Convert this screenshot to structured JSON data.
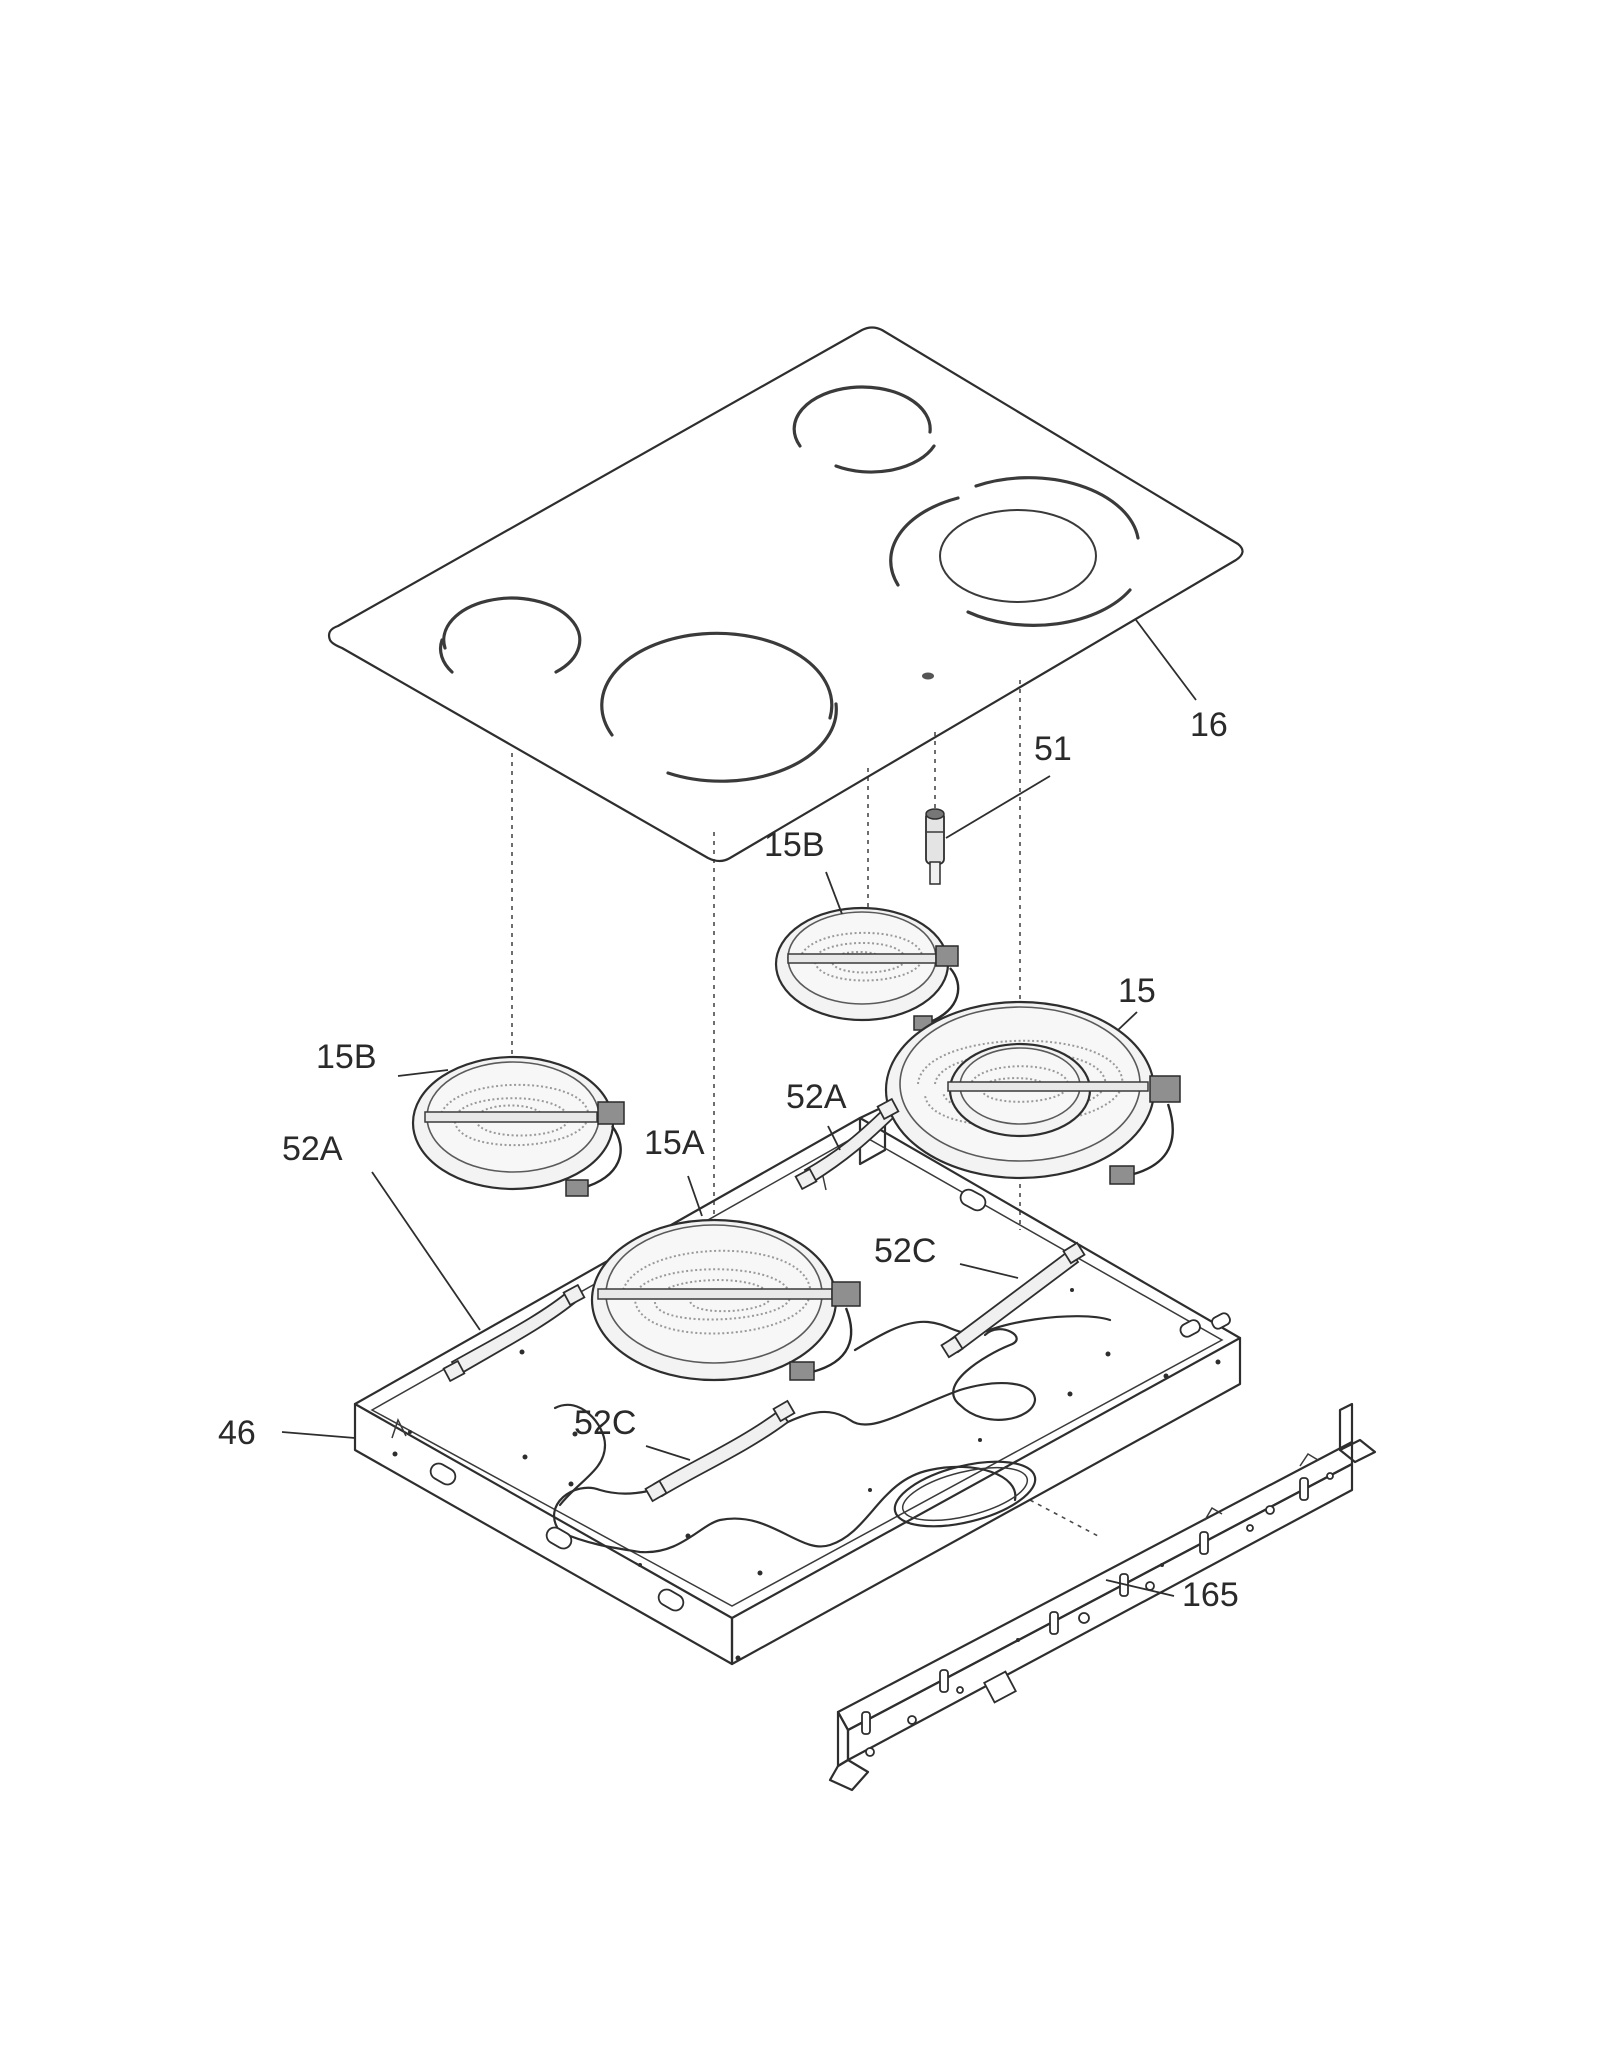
{
  "diagram": {
    "callouts": [
      {
        "id": "c16",
        "text": "16"
      },
      {
        "id": "c51",
        "text": "51"
      },
      {
        "id": "c15Bt",
        "text": "15B"
      },
      {
        "id": "c15",
        "text": "15"
      },
      {
        "id": "c15Bl",
        "text": "15B"
      },
      {
        "id": "c52Ar",
        "text": "52A"
      },
      {
        "id": "c15A",
        "text": "15A"
      },
      {
        "id": "c52Al",
        "text": "52A"
      },
      {
        "id": "c52Cr",
        "text": "52C"
      },
      {
        "id": "c46",
        "text": "46"
      },
      {
        "id": "c52Cb",
        "text": "52C"
      },
      {
        "id": "c165",
        "text": "165"
      }
    ]
  }
}
